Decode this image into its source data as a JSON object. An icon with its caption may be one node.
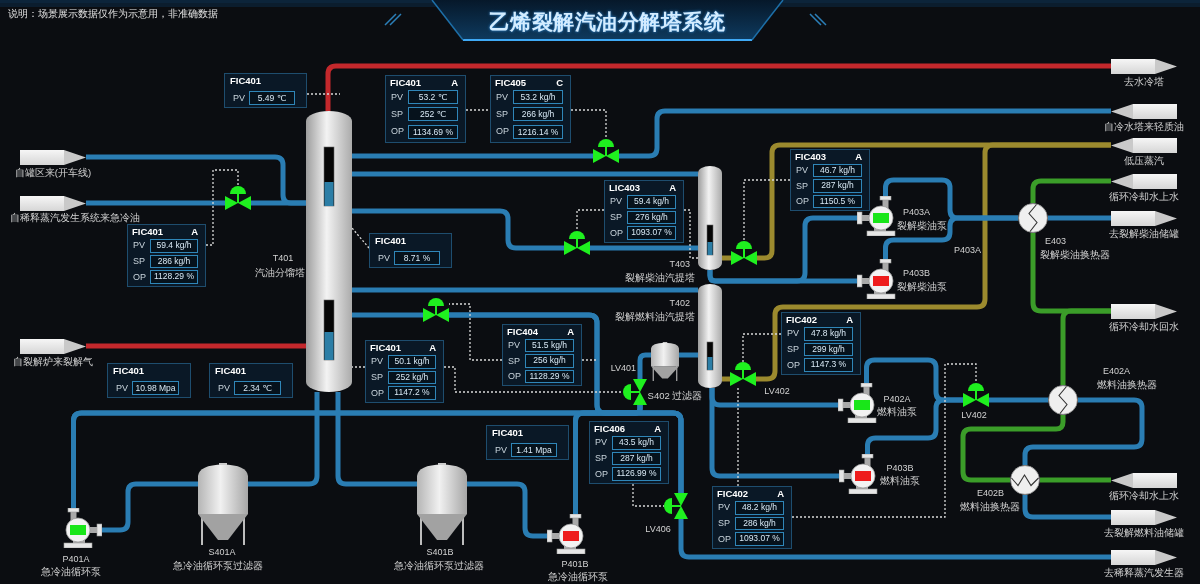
{
  "diagram": {
    "title": "乙烯裂解汽油分解塔系统",
    "nodes": [
      {
        "text": [
          "FIC401",
          "PV",
          "5.49 ℃"
        ]
      },
      {
        "text": [
          "FIC401",
          "A",
          "PV",
          "53.2 ℃",
          "SP",
          "252 ℃",
          "OP",
          "1134.69 %"
        ]
      },
      {
        "text": [
          "FIC405",
          "C",
          "PV",
          "53.2 kg/h",
          "SP",
          "266 kg/h",
          "OP",
          "1216.14 %"
        ]
      },
      {
        "text": [
          "去水冷塔"
        ]
      },
      {
        "text": [
          "T401",
          "汽油分馏塔"
        ]
      },
      {
        "text": [
          "自冷水塔来轻质油"
        ]
      },
      {
        "text": [
          "低压蒸汽"
        ]
      },
      {
        "text": [
          "自罐区来(开车线)"
        ]
      },
      {
        "text": [],
        "shape": "valve"
      },
      {
        "text": [
          "FIC403",
          "A",
          "PV",
          "46.7 kg/h",
          "SP",
          "287 kg/h",
          "OP",
          "1150.5 %"
        ]
      },
      {
        "text": [
          "循环冷却水上水"
        ]
      },
      {
        "text": [
          "LIC403",
          "A",
          "PV",
          "59.4 kg/h",
          "SP",
          "276 kg/h",
          "OP",
          "1093.07 %"
        ]
      },
      {
        "text": [
          "T403",
          "裂解柴油汽提塔"
        ]
      },
      {
        "text": [
          "P403A",
          "裂解柴油泵"
        ]
      },
      {
        "text": [
          "E403",
          "裂解柴油换热器"
        ]
      },
      {
        "text": [
          "去裂解柴油储罐"
        ]
      },
      {
        "text": [
          "自稀释蒸汽发生系统来急冷油"
        ]
      },
      {
        "text": [],
        "shape": "valve"
      },
      {
        "text": [
          "FIC401",
          "A",
          "PV",
          "59.4 kg/h",
          "SP",
          "286 kg/h",
          "OP",
          "1128.29 %"
        ]
      },
      {
        "text": [
          "FIC401",
          "PV",
          "8.71 %"
        ]
      },
      {
        "text": [],
        "shape": "valve"
      },
      {
        "text": [],
        "shape": "valve"
      },
      {
        "text": [
          "P403B",
          "裂解柴油泵"
        ]
      },
      {
        "text": [
          "T402",
          "裂解燃料油汽提塔"
        ]
      },
      {
        "text": [],
        "shape": "valve"
      },
      {
        "text": [
          "循环冷却水回水"
        ]
      },
      {
        "text": [
          "FIC404",
          "A",
          "PV",
          "51.5 kg/h",
          "SP",
          "256 kg/h",
          "OP",
          "1128.29 %"
        ]
      },
      {
        "text": [
          "FIC402",
          "A",
          "PV",
          "47.8 kg/h",
          "SP",
          "299 kg/h",
          "OP",
          "1147.3 %"
        ]
      },
      {
        "text": [
          "FIC401",
          "A",
          "PV",
          "50.1 kg/h",
          "SP",
          "252 kg/h",
          "OP",
          "1147.2 %"
        ]
      },
      {
        "text": [
          "自裂解炉来裂解气"
        ]
      },
      {
        "text": [
          "FIC401",
          "PV",
          "10.98 Mpa"
        ]
      },
      {
        "text": [
          "FIC401",
          "PV",
          "2.34 ℃"
        ]
      },
      {
        "text": [
          "S402 过滤器"
        ]
      },
      {
        "text": [
          "LV401"
        ]
      },
      {
        "text": [
          "LV402"
        ]
      },
      {
        "text": [
          "P402A",
          "燃料油泵"
        ]
      },
      {
        "text": [
          "LV402"
        ]
      },
      {
        "text": [
          "E402A",
          "燃料油换热器"
        ]
      },
      {
        "text": [
          "FIC401",
          "PV",
          "1.41 Mpa"
        ]
      },
      {
        "text": [
          "FIC406",
          "A",
          "PV",
          "43.5 kg/h",
          "SP",
          "287 kg/h",
          "OP",
          "1126.99 %"
        ]
      },
      {
        "text": [
          "P403B",
          "燃料油泵"
        ]
      },
      {
        "text": [
          "E402B",
          "燃料油换热器"
        ]
      },
      {
        "text": [
          "循环冷却水上水"
        ]
      },
      {
        "text": [
          "LV406"
        ]
      },
      {
        "text": [
          "FIC402",
          "A",
          "PV",
          "48.2 kg/h",
          "SP",
          "286 kg/h",
          "OP",
          "1093.07 %"
        ]
      },
      {
        "text": [
          "去裂解燃料油储罐"
        ]
      },
      {
        "text": [
          "S401A",
          "急冷油循环泵过滤器"
        ]
      },
      {
        "text": [
          "S401B",
          "急冷油循环泵过滤器"
        ]
      },
      {
        "text": [
          "P401A",
          "急冷油循环泵"
        ]
      },
      {
        "text": [
          "P401B",
          "急冷油循环泵"
        ]
      },
      {
        "text": [
          "去稀释蒸汽发生器"
        ]
      }
    ],
    "edges": [
      {
        "from": 4,
        "to": 3,
        "arrow": "none",
        "color": "#c4282c"
      },
      {
        "from": 29,
        "to": 4,
        "arrow": "none",
        "color": "#c4282c"
      },
      {
        "from": 7,
        "to": 4,
        "arrow": "none"
      },
      {
        "from": 16,
        "to": 17,
        "arrow": "none"
      },
      {
        "from": 17,
        "to": 4,
        "arrow": "none"
      },
      {
        "from": 5,
        "to": 8,
        "arrow": "none"
      },
      {
        "from": 8,
        "to": 4,
        "arrow": "none"
      },
      {
        "from": 4,
        "to": 12,
        "arrow": "none"
      },
      {
        "from": 4,
        "to": 20,
        "arrow": "none"
      },
      {
        "from": 20,
        "to": 12,
        "arrow": "none"
      },
      {
        "from": 6,
        "to": 21,
        "arrow": "none",
        "color": "#9c8a2e"
      },
      {
        "from": 21,
        "to": 12,
        "arrow": "none",
        "color": "#9c8a2e"
      },
      {
        "from": 6,
        "to": 34,
        "arrow": "none",
        "color": "#9c8a2e"
      },
      {
        "from": 34,
        "to": 23,
        "arrow": "none",
        "color": "#9c8a2e"
      },
      {
        "from": 12,
        "to": 13,
        "arrow": "none"
      },
      {
        "from": 12,
        "to": 22,
        "arrow": "none"
      },
      {
        "from": 13,
        "to": 14,
        "arrow": "none"
      },
      {
        "from": 22,
        "to": 14,
        "arrow": "none"
      },
      {
        "from": 14,
        "to": 15,
        "arrow": "none"
      },
      {
        "from": 10,
        "to": 14,
        "arrow": "none",
        "color": "#3b9d29"
      },
      {
        "from": 14,
        "to": 25,
        "arrow": "none",
        "color": "#3b9d29"
      },
      {
        "from": 37,
        "to": 25,
        "arrow": "none",
        "color": "#3b9d29"
      },
      {
        "from": 42,
        "to": 41,
        "arrow": "none",
        "color": "#3b9d29"
      },
      {
        "from": 41,
        "to": 37,
        "arrow": "none",
        "color": "#3b9d29"
      },
      {
        "from": 4,
        "to": 23,
        "arrow": "none"
      },
      {
        "from": 4,
        "to": 24,
        "arrow": "none"
      },
      {
        "from": 23,
        "to": 35,
        "arrow": "none"
      },
      {
        "from": 23,
        "to": 40,
        "arrow": "none"
      },
      {
        "from": 35,
        "to": 36,
        "arrow": "none"
      },
      {
        "from": 40,
        "to": 36,
        "arrow": "none"
      },
      {
        "from": 36,
        "to": 37,
        "arrow": "none"
      },
      {
        "from": 37,
        "to": 41,
        "arrow": "none"
      },
      {
        "from": 41,
        "to": 45,
        "arrow": "none"
      },
      {
        "from": 4,
        "to": 46,
        "arrow": "none"
      },
      {
        "from": 4,
        "to": 47,
        "arrow": "none"
      },
      {
        "from": 46,
        "to": 48,
        "arrow": "none"
      },
      {
        "from": 47,
        "to": 49,
        "arrow": "none"
      },
      {
        "from": 48,
        "to": 33,
        "arrow": "none"
      },
      {
        "from": 48,
        "to": 43,
        "arrow": "none"
      },
      {
        "from": 49,
        "to": 33,
        "arrow": "none"
      },
      {
        "from": 49,
        "to": 43,
        "arrow": "none"
      },
      {
        "from": 24,
        "to": 33,
        "arrow": "none"
      },
      {
        "from": 24,
        "to": 43,
        "arrow": "none"
      },
      {
        "from": 33,
        "to": 32,
        "arrow": "none"
      },
      {
        "from": 32,
        "to": 23,
        "arrow": "none"
      },
      {
        "from": 43,
        "to": 50,
        "arrow": "none"
      },
      {
        "from": 0,
        "to": null,
        "arrow": "none",
        "style": "dashed",
        "color": "#d9d9d9"
      },
      {
        "from": 1,
        "to": 2,
        "arrow": "none",
        "style": "dashed",
        "color": "#d9d9d9"
      },
      {
        "from": 2,
        "to": 8,
        "arrow": "none",
        "style": "dashed",
        "color": "#d9d9d9"
      },
      {
        "from": 18,
        "to": 17,
        "arrow": "none",
        "style": "dashed",
        "color": "#d9d9d9"
      },
      {
        "from": 19,
        "to": 4,
        "arrow": "none",
        "style": "dashed",
        "color": "#d9d9d9"
      },
      {
        "from": 11,
        "to": 20,
        "arrow": "none",
        "style": "dashed",
        "color": "#d9d9d9"
      },
      {
        "from": 11,
        "to": 12,
        "arrow": "none",
        "style": "dashed",
        "color": "#d9d9d9"
      },
      {
        "from": 9,
        "to": 21,
        "arrow": "none",
        "style": "dashed",
        "color": "#d9d9d9"
      },
      {
        "from": 28,
        "to": 4,
        "arrow": "none",
        "style": "dashed",
        "color": "#d9d9d9"
      },
      {
        "from": 28,
        "to": 33,
        "arrow": "none",
        "style": "dashed",
        "color": "#d9d9d9"
      },
      {
        "from": 26,
        "to": 24,
        "arrow": "none",
        "style": "dashed",
        "color": "#d9d9d9"
      },
      {
        "from": 26,
        "to": null,
        "arrow": "none",
        "style": "dashed",
        "color": "#d9d9d9"
      },
      {
        "from": 27,
        "to": 34,
        "arrow": "none",
        "style": "dashed",
        "color": "#d9d9d9"
      },
      {
        "from": 39,
        "to": 43,
        "arrow": "none",
        "style": "dashed",
        "color": "#d9d9d9"
      },
      {
        "from": 44,
        "to": 36,
        "arrow": "none",
        "style": "dashed",
        "color": "#d9d9d9"
      },
      {
        "from": 44,
        "to": 34,
        "arrow": "none",
        "style": "dashed",
        "color": "#d9d9d9"
      }
    ],
    "labels": [
      "说明：场景展示数据仅作为示意用，非准确数据",
      "P403A"
    ]
  }
}
